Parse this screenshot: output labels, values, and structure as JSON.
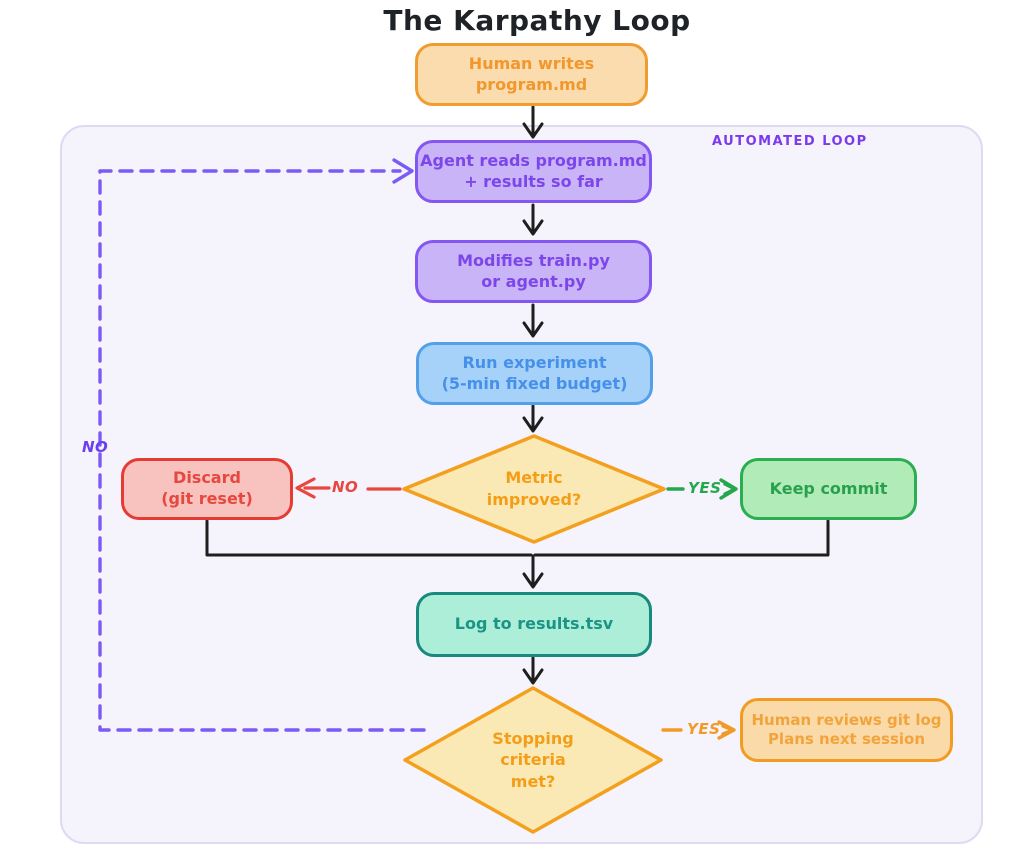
{
  "title": "The Karpathy Loop",
  "loop": {
    "label": "AUTOMATED LOOP"
  },
  "nodes": {
    "human_writes": {
      "label": "Human writes program.md",
      "fill": "#FBDCAE",
      "border": "#F09C30",
      "text_color": "#F0972E"
    },
    "agent_reads": {
      "label": "Agent reads program.md\n+ results so far",
      "fill": "#CAB4F8",
      "border": "#8456F2",
      "text_color": "#7C46EA"
    },
    "modifies": {
      "label": "Modifies train.py\nor agent.py",
      "fill": "#CAB4F8",
      "border": "#8456F2",
      "text_color": "#7C46EA"
    },
    "run_experiment": {
      "label": "Run experiment\n(5-min fixed budget)",
      "fill": "#A6D2F9",
      "border": "#53A0E9",
      "text_color": "#4690EA"
    },
    "metric_improved": {
      "label": "Metric\nimproved?",
      "fill": "#FBE9B5",
      "border": "#F4A01F",
      "text_color": "#F49E18",
      "shape": "diamond"
    },
    "discard": {
      "label": "Discard\n(git reset)",
      "fill": "#F8C3BE",
      "border": "#E63B35",
      "text_color": "#E64840"
    },
    "keep_commit": {
      "label": "Keep commit",
      "fill": "#B1ECB8",
      "border": "#2BAD51",
      "text_color": "#29A04E"
    },
    "log_results": {
      "label": "Log to results.tsv",
      "fill": "#ACEED7",
      "border": "#19897B",
      "text_color": "#1B9486"
    },
    "stopping_criteria": {
      "label": "Stopping\ncriteria\nmet?",
      "fill": "#FBE9B5",
      "border": "#F4A01F",
      "text_color": "#F49E18",
      "shape": "diamond"
    },
    "human_reviews": {
      "label": "Human reviews git log\nPlans next session",
      "fill": "#FBDAA9",
      "border": "#F29B21",
      "text_color": "#F2A43C"
    }
  },
  "edges": {
    "metric_no_label": "NO",
    "metric_yes_label": "YES",
    "stopping_yes_label": "YES",
    "loop_back_label": "NO"
  },
  "colors": {
    "page_background": "#FFFFFF",
    "container_fill": "#F5F3FB",
    "container_border": "#DFD9F2",
    "title_text": "#1F2328",
    "arrow_black": "#1E1E1E",
    "arrow_red": "#E84740",
    "arrow_green": "#25A74D",
    "arrow_orange": "#F29A27",
    "loop_dashed_purple": "#7C5BF5",
    "loop_label_purple": "#7C3AED"
  }
}
